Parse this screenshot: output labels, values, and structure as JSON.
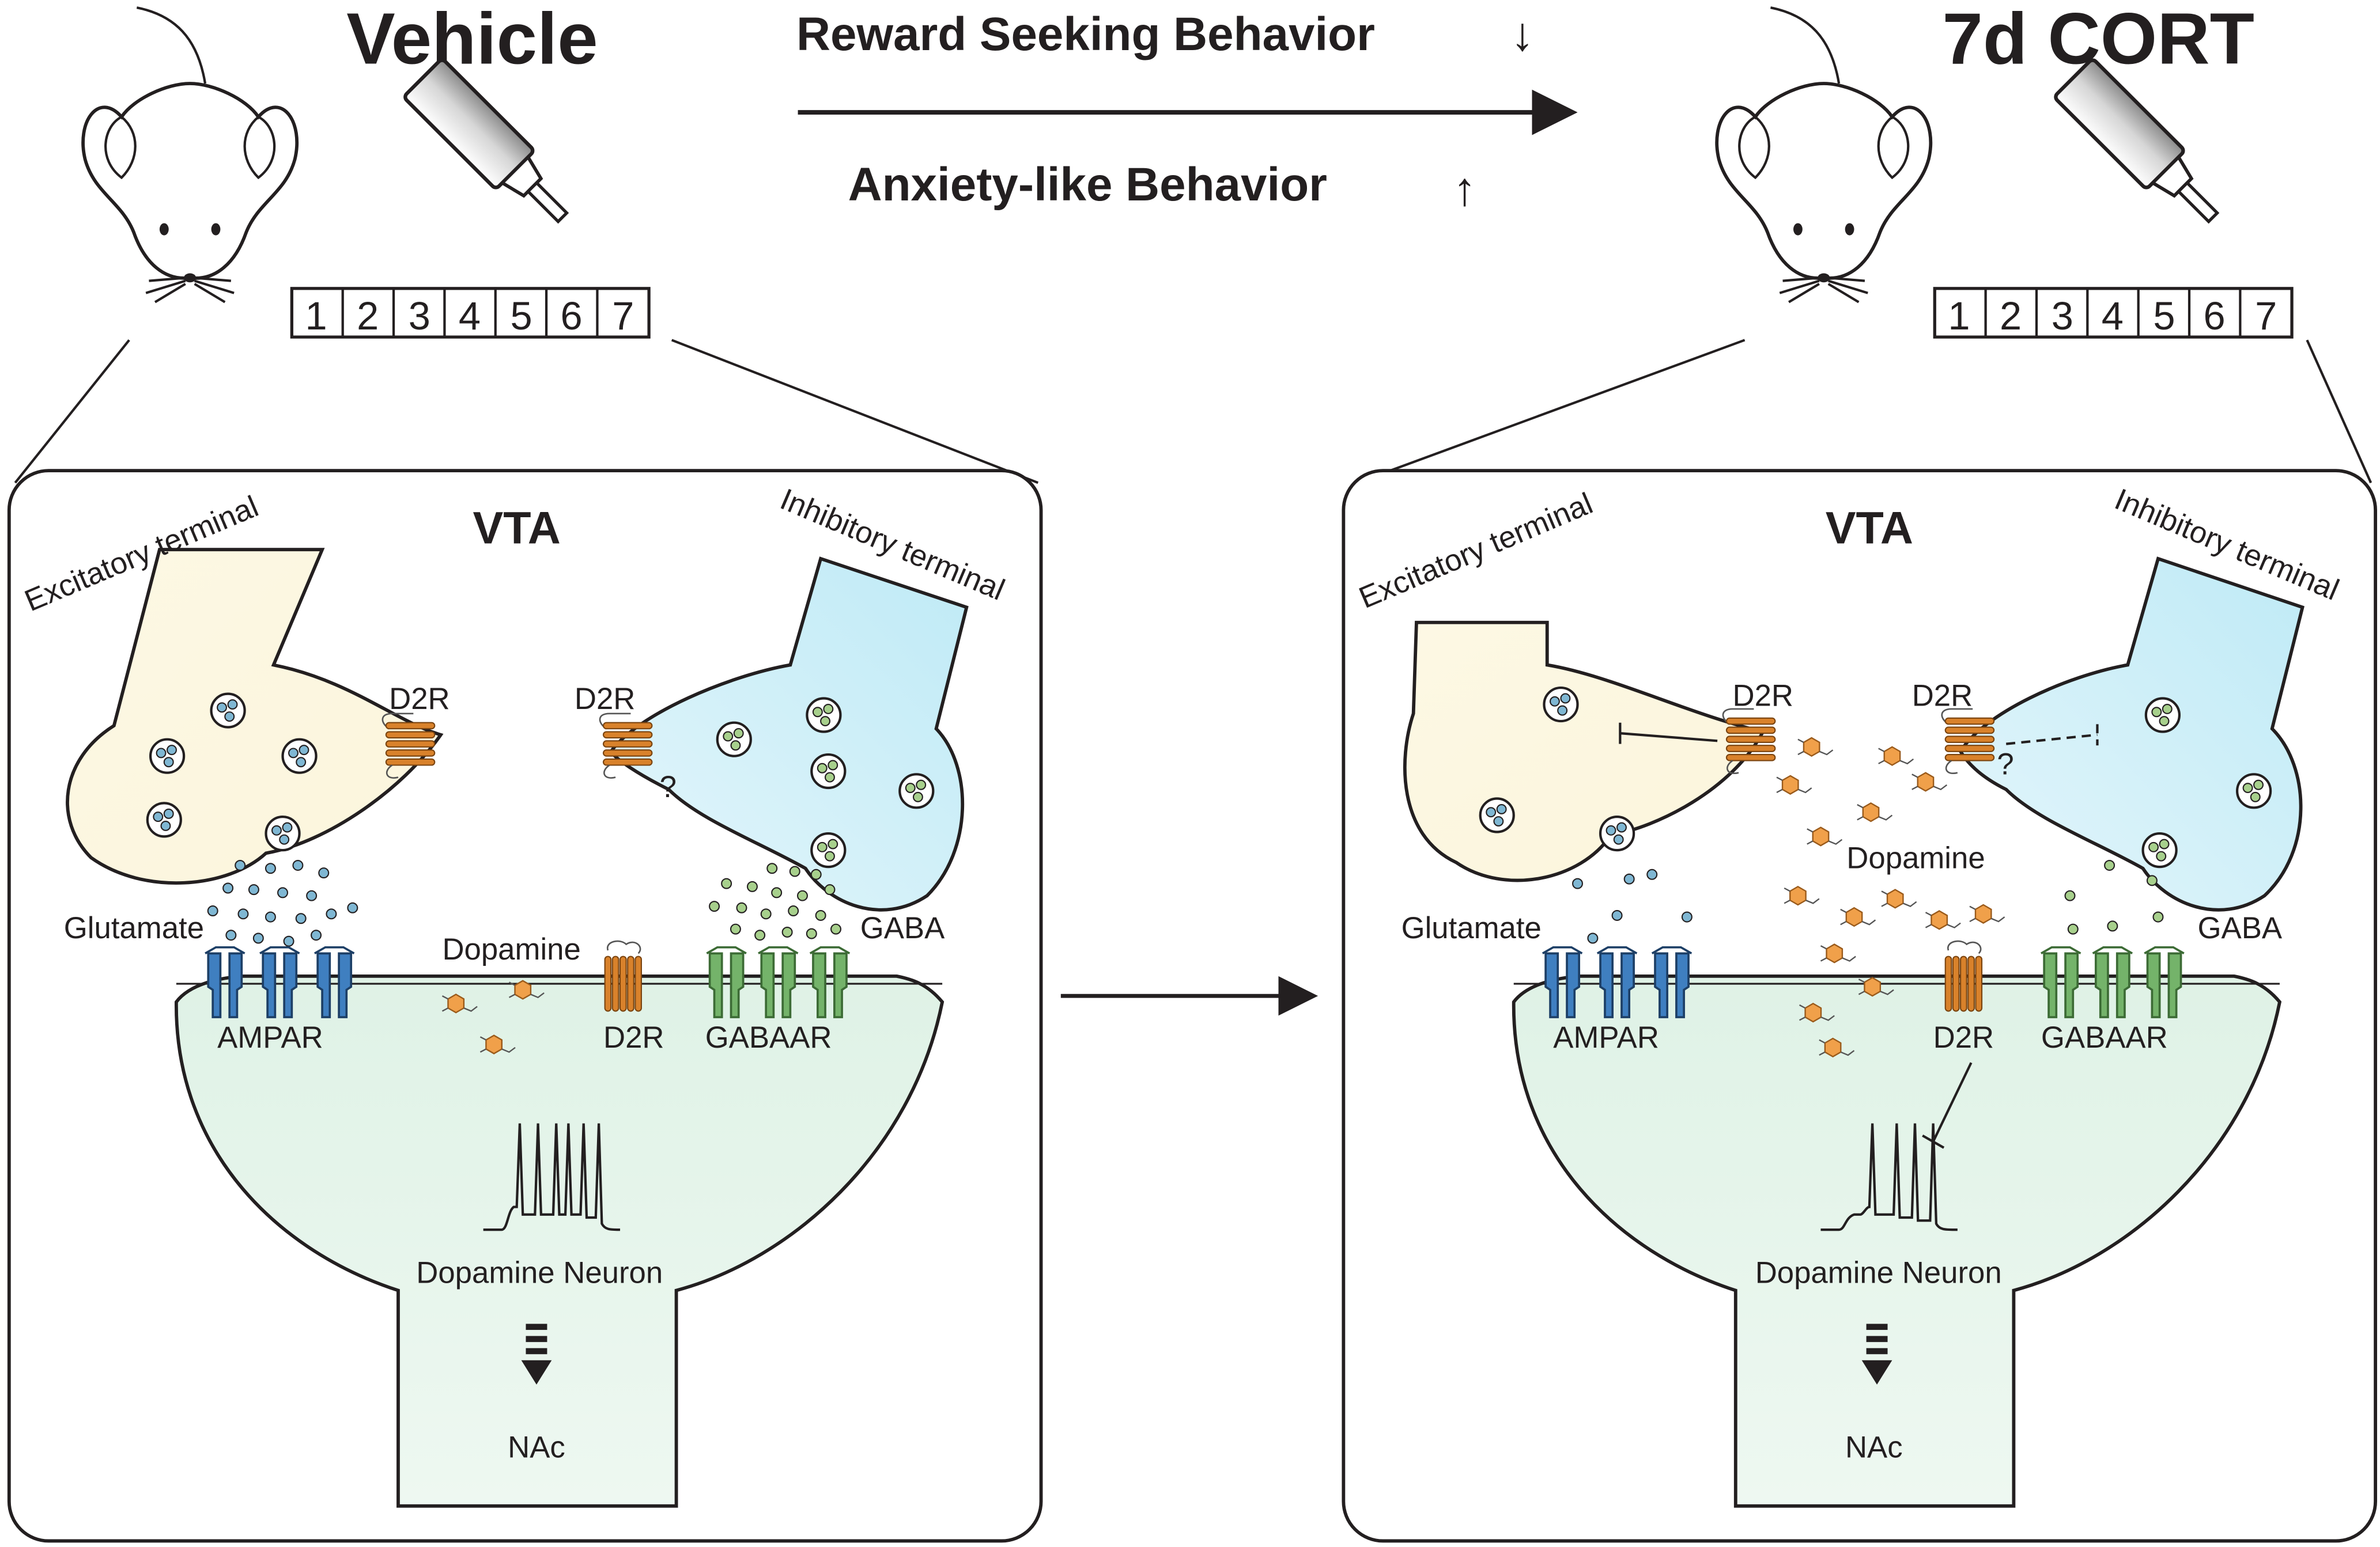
{
  "header": {
    "left_title": "Vehicle",
    "right_title": "7d CORT",
    "behavior_top": "Reward Seeking Behavior",
    "behavior_top_arrow": "↓",
    "behavior_bottom": "Anxiety-like Behavior",
    "behavior_bottom_arrow": "↑",
    "days": [
      "1",
      "2",
      "3",
      "4",
      "5",
      "6",
      "7"
    ]
  },
  "panels": {
    "left": {
      "region": "VTA",
      "excitatory_terminal": "Excitatory terminal",
      "inhibitory_terminal": "Inhibitory terminal",
      "d2r_excitatory": "D2R",
      "d2r_inhibitory": "D2R",
      "question": "?",
      "glutamate": "Glutamate",
      "gaba": "GABA",
      "dopamine": "Dopamine",
      "ampar": "AMPAR",
      "gabaar": "GABAAR",
      "d2r_post": "D2R",
      "neuron": "Dopamine Neuron",
      "target": "NAc"
    },
    "right": {
      "region": "VTA",
      "excitatory_terminal": "Excitatory terminal",
      "inhibitory_terminal": "Inhibitory terminal",
      "d2r_excitatory": "D2R",
      "d2r_inhibitory": "D2R",
      "question": "?",
      "glutamate": "Glutamate",
      "gaba": "GABA",
      "dopamine": "Dopamine",
      "ampar": "AMPAR",
      "gabaar": "GABAAR",
      "d2r_post": "D2R",
      "neuron": "Dopamine Neuron",
      "target": "NAc"
    }
  },
  "colors": {
    "excitatory_fill": "#fdf8e4",
    "inhibitory_fill": "#c8eef8",
    "neuron_fill": "#e6f5ec",
    "ampar": "#3f7fc0",
    "gabaar": "#74b36a",
    "d2r": "#d9822b",
    "dopamine": "#f0a04a",
    "glutamate_vesicle": "#7fb7d3",
    "gaba_vesicle": "#a7d08c",
    "syringe": "#9a9a9a",
    "ink": "#231f20"
  },
  "icons": [
    "mouse-icon",
    "syringe-icon",
    "arrow-icon",
    "receptor-icon",
    "dopamine-molecule-icon",
    "vesicle-icon"
  ]
}
